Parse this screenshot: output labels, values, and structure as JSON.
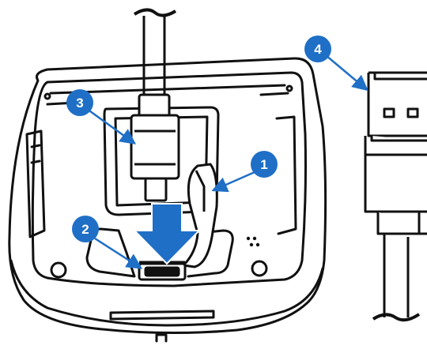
{
  "diagram": {
    "colors": {
      "line": "#111111",
      "accent": "#1f6fc6",
      "background": "#ffffff"
    },
    "callouts": [
      {
        "label": "1",
        "target": "latch-clip"
      },
      {
        "label": "2",
        "target": "micro-usb-port"
      },
      {
        "label": "3",
        "target": "micro-usb-plug"
      },
      {
        "label": "4",
        "target": "usb-a-connector"
      }
    ],
    "insert_direction_arrow": {
      "direction": "down"
    }
  }
}
